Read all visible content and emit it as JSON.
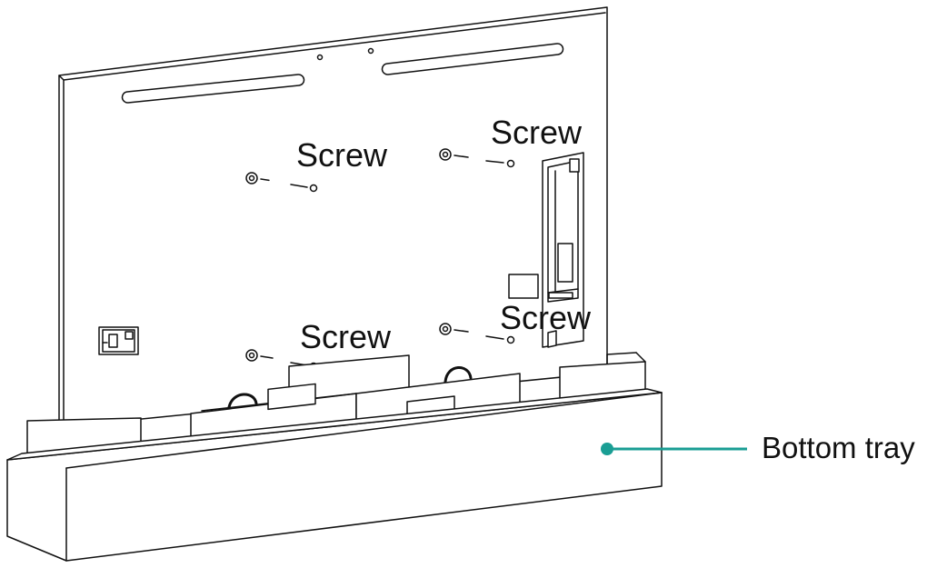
{
  "labels": {
    "screw_1": "Screw",
    "screw_2": "Screw",
    "screw_3": "Screw",
    "screw_4": "Screw",
    "bottom_tray": "Bottom tray"
  },
  "colors": {
    "line": "#111111",
    "callout_accent": "#1a9e94",
    "background": "#ffffff"
  }
}
